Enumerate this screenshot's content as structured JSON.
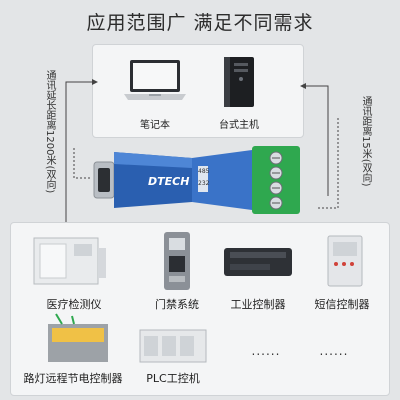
{
  "headline": "应用范围广 满足不同需求",
  "left_note": "通讯延长距离1200米(双向)",
  "right_note": "通讯距离15米(双向)",
  "top_devices": [
    {
      "label": "笔记本",
      "icon": "laptop-icon"
    },
    {
      "label": "台式主机",
      "icon": "desktop-tower-icon"
    }
  ],
  "converter": {
    "brand": "DTECH",
    "side_text": [
      "485",
      "232"
    ]
  },
  "bottom_devices": [
    {
      "label": "医疗检测仪",
      "icon": "medical-analyzer-icon"
    },
    {
      "label": "门禁系统",
      "icon": "access-control-icon"
    },
    {
      "label": "工业控制器",
      "icon": "industrial-controller-icon"
    },
    {
      "label": "短信控制器",
      "icon": "sms-controller-icon"
    },
    {
      "label": "路灯远程节电控制器",
      "icon": "street-light-controller-icon"
    },
    {
      "label": "PLC工控机",
      "icon": "plc-industrial-pc-icon"
    },
    {
      "label": "......",
      "icon": ""
    },
    {
      "label": "......",
      "icon": ""
    }
  ],
  "colors": {
    "converter_blue": "#2a5fb0",
    "terminal_green": "#2fa84f",
    "connector_silver": "#b9bec4"
  }
}
